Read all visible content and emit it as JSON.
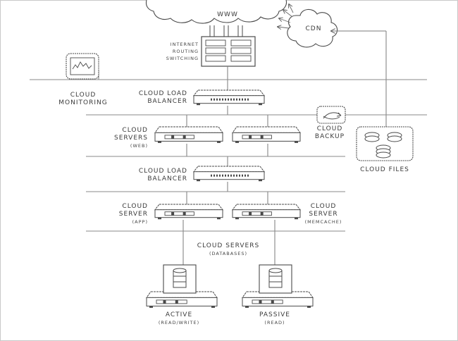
{
  "labels": {
    "www": "WWW",
    "cdn": "CDN",
    "routing": [
      "INTERNET",
      "ROUTING",
      "SWITCHING"
    ],
    "monitoring": [
      "CLOUD",
      "MONITORING"
    ],
    "lb1": [
      "CLOUD LOAD",
      "BALANCER"
    ],
    "web_servers": [
      "CLOUD",
      "SERVERS"
    ],
    "web_sub": "(WEB)",
    "backup": [
      "CLOUD",
      "BACKUP"
    ],
    "files": "CLOUD FILES",
    "lb2": [
      "CLOUD LOAD",
      "BALANCER"
    ],
    "app_server": [
      "CLOUD",
      "SERVER"
    ],
    "app_sub": "(APP)",
    "memcache_server": [
      "CLOUD",
      "SERVER"
    ],
    "memcache_sub": "(MEMCACHE)",
    "db_servers": "CLOUD SERVERS",
    "db_sub": "(DATABASES)",
    "active": "ACTIVE",
    "active_sub": "(READ/WRITE)",
    "passive": "PASSIVE",
    "passive_sub": "(READ)"
  },
  "colors": {
    "line": "#5a5a5a",
    "rule": "#8a8a8a",
    "text": "#3a3a3a",
    "device_fill": "#ffffff"
  }
}
